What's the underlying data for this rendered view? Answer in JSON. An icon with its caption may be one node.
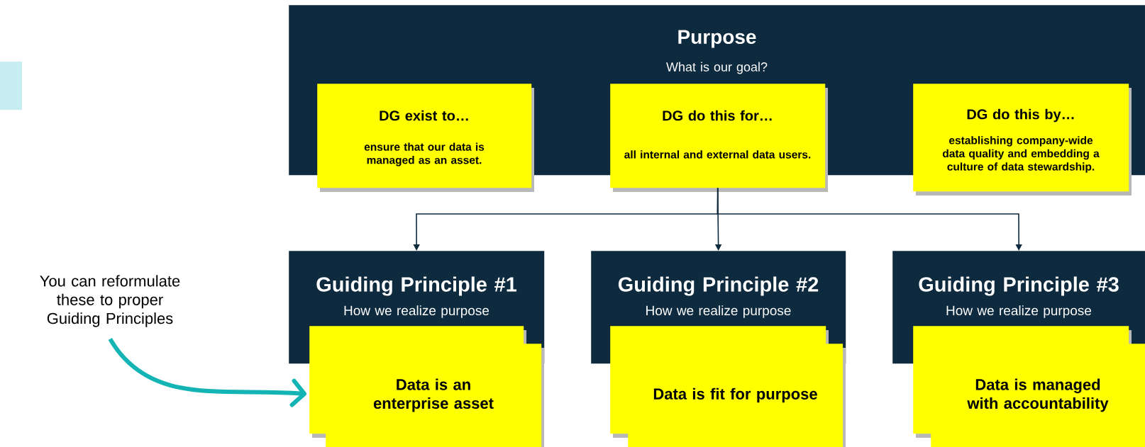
{
  "diagram": {
    "nodes": [
      {
        "text": [
          "Purpose",
          "What is our goal?"
        ]
      },
      {
        "text": [
          "DG exist to…",
          "ensure that our data is managed as an asset."
        ]
      },
      {
        "text": [
          "DG do this for…",
          "all internal and external data users."
        ]
      },
      {
        "text": [
          "DG do this by…",
          "establishing company-wide data quality and embedding a culture of data stewardship."
        ]
      },
      {
        "text": [
          "Guiding Principle #1",
          "How we realize purpose"
        ]
      },
      {
        "text": [],
        "shape": "box"
      },
      {
        "text": [
          "Data is an enterprise asset"
        ]
      },
      {
        "text": [
          "Guiding Principle #2",
          "How we realize purpose"
        ]
      },
      {
        "text": [],
        "shape": "box"
      },
      {
        "text": [
          "Data is fit for purpose"
        ]
      },
      {
        "text": [
          "Guiding Principle #3",
          "How we realize purpose"
        ]
      },
      {
        "text": [],
        "shape": "box"
      },
      {
        "text": [
          "Data is managed with accountability"
        ]
      },
      {
        "text": [
          "You can reformulate these to proper Guiding Principles"
        ]
      }
    ],
    "edges": [
      {
        "from": 2,
        "to": 4,
        "arrow": "to"
      },
      {
        "from": 2,
        "to": 7,
        "arrow": "to"
      },
      {
        "from": 2,
        "to": 10,
        "arrow": "to"
      },
      {
        "from": 13,
        "to": 5,
        "arrow": "to",
        "style": "thick",
        "color": "#14b4b4"
      }
    ]
  }
}
